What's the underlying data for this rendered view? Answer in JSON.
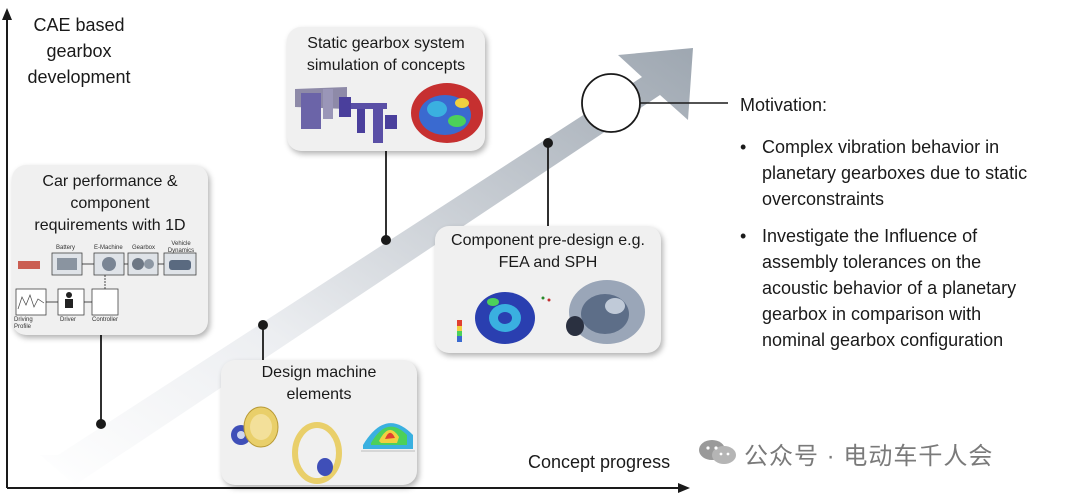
{
  "axes": {
    "y_label": "CAE based gearbox development",
    "y_label_lines": [
      "CAE based",
      "gearbox",
      "development"
    ],
    "x_label": "Concept progress"
  },
  "stages": [
    {
      "id": "stage-1d",
      "title_lines": [
        "Car performance &",
        "component",
        "requirements with 1D"
      ],
      "diagram": {
        "top_labels": [
          "Battery",
          "E-Machine",
          "Gearbox",
          "Vehicle Dynamics"
        ],
        "bottom_labels": [
          "Driving Profile",
          "Driver",
          "Controller"
        ]
      }
    },
    {
      "id": "stage-machine",
      "title_lines": [
        "Design machine",
        "elements"
      ]
    },
    {
      "id": "stage-static",
      "title_lines": [
        "Static gearbox system",
        "simulation of concepts"
      ]
    },
    {
      "id": "stage-fea",
      "title_lines": [
        "Component pre-design e.g.",
        "FEA and SPH"
      ]
    }
  ],
  "motivation": {
    "title": "Motivation:",
    "bullet_symbol": "•",
    "bullets": [
      {
        "lines": [
          "Complex vibration behavior in",
          "planetary gearboxes due to static",
          "overconstraints"
        ]
      },
      {
        "lines": [
          "Investigate the Influence of",
          "assembly tolerances on the",
          "acoustic behavior of a planetary",
          "gearbox in comparison with",
          "nominal gearbox configuration"
        ]
      }
    ]
  },
  "watermark": {
    "text": "公众号 · 电动车千人会"
  },
  "colors": {
    "arrow": "#d9dde3",
    "box_bg": "#f0f0f0",
    "line": "#1a1a1a",
    "gear_blue": "#3f4fb8",
    "gear_yellow": "#e9cf6a"
  }
}
